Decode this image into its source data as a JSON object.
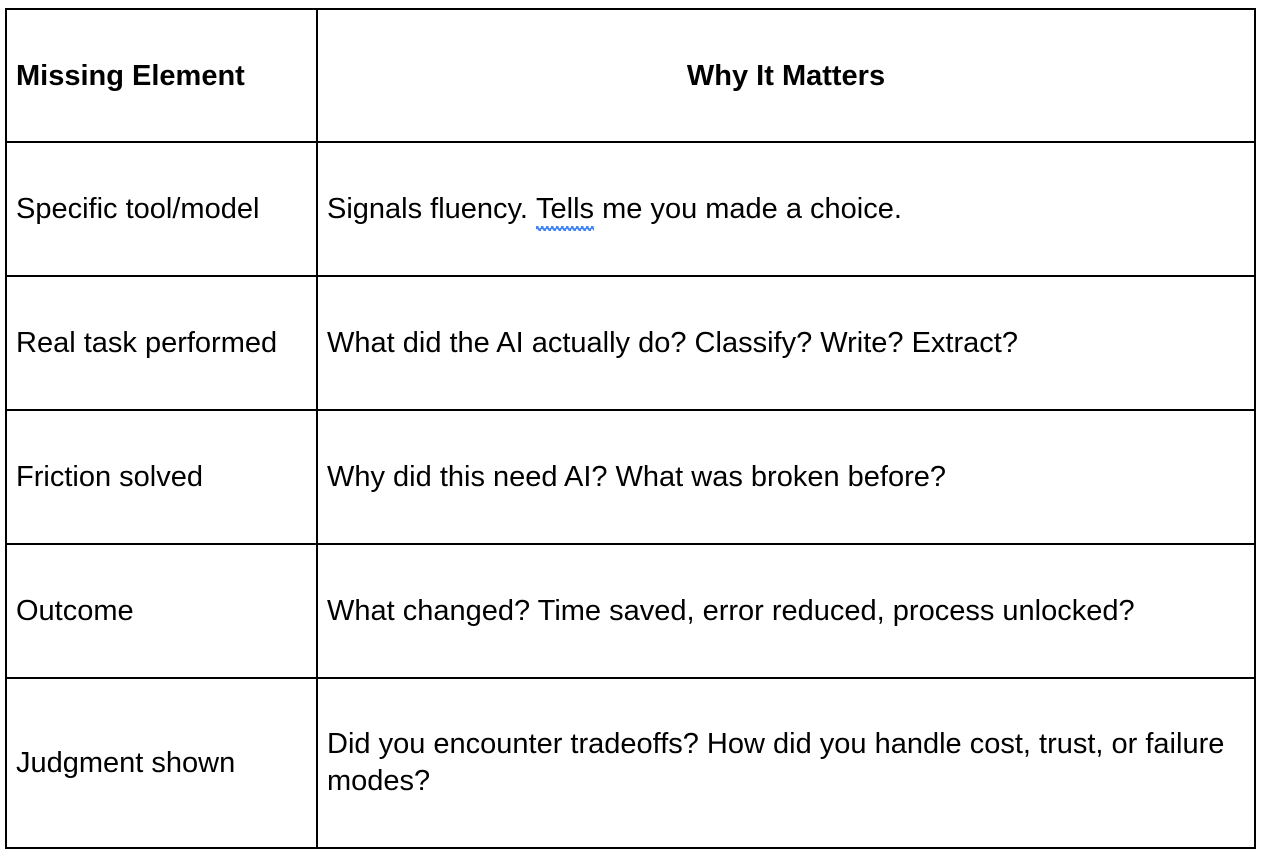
{
  "table": {
    "columns": [
      {
        "key": "missing_element",
        "header": "Missing Element",
        "align": "left"
      },
      {
        "key": "why_it_matters",
        "header": "Why It Matters",
        "align": "center"
      }
    ],
    "rows": [
      {
        "missing_element": "Specific tool/model",
        "why_it_matters_before": "Signals fluency. ",
        "why_it_matters_flagged": "Tells",
        "why_it_matters_after": " me you made a choice.",
        "why_it_matters": "Signals fluency. Tells me you made a choice.",
        "spellcheck_word": "Tells"
      },
      {
        "missing_element": "Real task performed",
        "why_it_matters": "What did the AI actually do? Classify? Write? Extract?"
      },
      {
        "missing_element": "Friction solved",
        "why_it_matters": "Why did this need AI? What was broken before?"
      },
      {
        "missing_element": "Outcome",
        "why_it_matters": "What changed? Time saved, error reduced, process unlocked?"
      },
      {
        "missing_element": "Judgment shown",
        "why_it_matters": "Did you encounter tradeoffs? How did you handle cost, trust, or failure modes?"
      }
    ]
  },
  "style": {
    "border_color": "#000000",
    "text_color": "#000000",
    "background_color": "#ffffff",
    "spellcheck_underline_color": "#4285F4"
  }
}
